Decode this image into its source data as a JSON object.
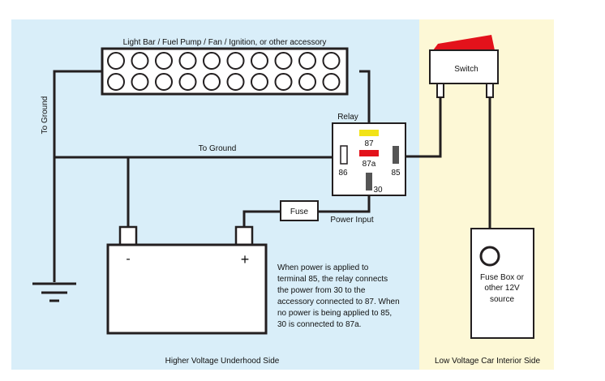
{
  "colors": {
    "underhood_bg": "#d9eef9",
    "interior_bg": "#fdf8d6",
    "wire": "#231f20",
    "switch_rocker": "#e3121b",
    "pin_87": "#f2e317",
    "pin_87a": "#e3121b",
    "pin_gray": "#555555"
  },
  "labels": {
    "accessory": "Light Bar / Fuel Pump / Fan / Ignition, or other accessory",
    "to_ground_vertical": "To Ground",
    "to_ground_horizontal": "To Ground",
    "relay": "Relay",
    "pin_87": "87",
    "pin_87a": "87a",
    "pin_86": "86",
    "pin_85": "85",
    "pin_30": "30",
    "fuse": "Fuse",
    "power_input": "Power Input",
    "switch": "Switch",
    "battery_negative": "-",
    "battery_positive": "+",
    "fuse_box": [
      "Fuse Box or",
      "other 12V",
      "source"
    ],
    "explanation": [
      "When power is applied to",
      "terminal 85, the relay connects",
      "the power from 30 to the",
      "accessory connected to 87. When",
      "no power is being applied to 85,",
      "30 is connected to 87a."
    ],
    "underhood_side": "Higher Voltage Underhood Side",
    "interior_side": "Low Voltage Car Interior Side"
  },
  "light_bar": {
    "rows": 2,
    "lamps_per_row": 10
  }
}
